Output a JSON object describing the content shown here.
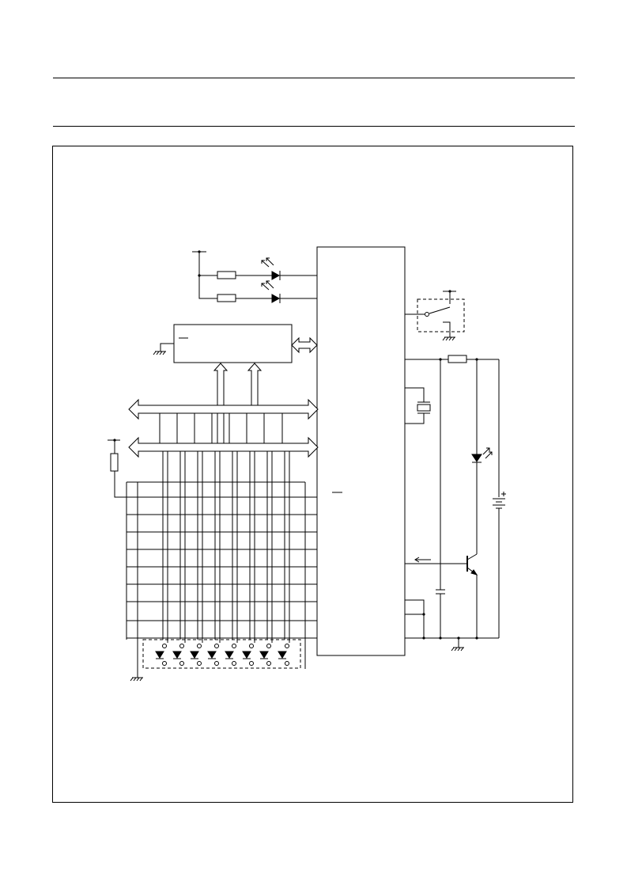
{
  "page": {
    "background": "#ffffff",
    "ink": "#000000"
  },
  "figure": {
    "title": "",
    "text_labels": [],
    "keypad": {
      "rows": 9,
      "columns": 10
    },
    "diode_array": {
      "count": 8
    },
    "buses": {
      "count": 2,
      "direction": "bidirectional"
    },
    "status_leds": {
      "count": 2
    },
    "icons": [
      "ground-icon",
      "resistor-icon",
      "led-icon",
      "diode-icon",
      "capacitor-icon",
      "crystal-icon",
      "battery-icon",
      "transistor-icon",
      "switch-icon",
      "bus-arrow-icon"
    ]
  }
}
